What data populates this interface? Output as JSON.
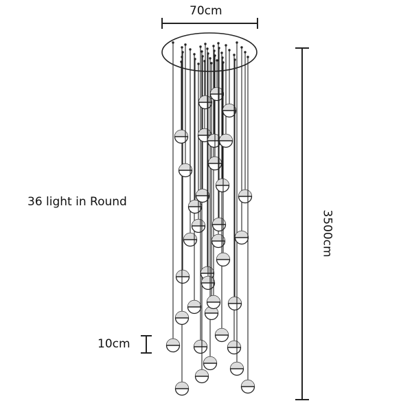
{
  "labels": {
    "width": "70cm",
    "height": "3500cm",
    "count": "36 light in Round",
    "drop": "10cm"
  },
  "icons": {
    "canopy": "ceiling-canopy-icon",
    "pendant": "globe-pendant-icon"
  },
  "colors": {
    "line": "#222222",
    "background": "#ffffff"
  }
}
